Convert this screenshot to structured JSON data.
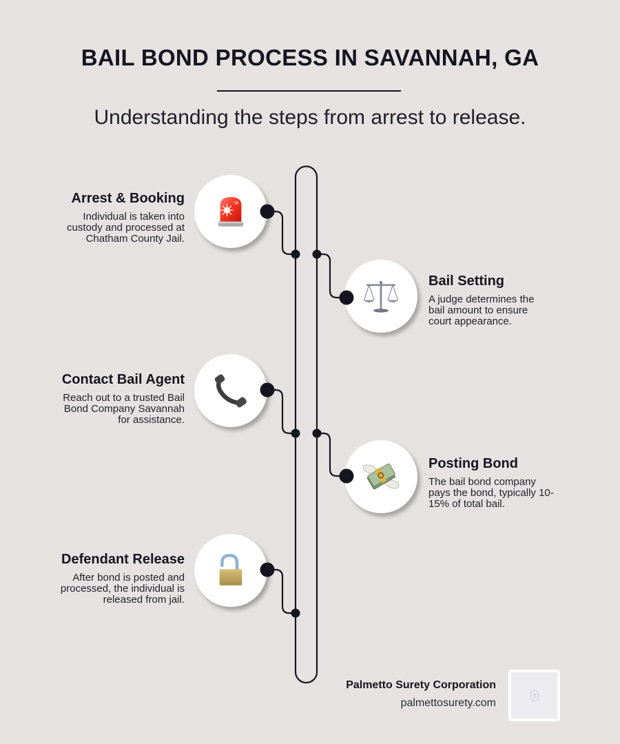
{
  "header": {
    "title": "BAIL BOND PROCESS IN SAVANNAH, GA",
    "subtitle": "Understanding the steps from arrest to release."
  },
  "steps": [
    {
      "title": "Arrest & Booking",
      "description": "Individual is taken into custody and processed at Chatham County Jail.",
      "description_lines": [
        "Individual is taken into",
        "custody and processed at",
        "Chatham County Jail."
      ],
      "icon": "police-siren-icon"
    },
    {
      "title": "Bail Setting",
      "description": "A judge determines the bail amount to ensure court appearance.",
      "description_lines": [
        "A judge determines the",
        "bail amount to ensure",
        "court appearance."
      ],
      "icon": "balance-scale-icon"
    },
    {
      "title": "Contact Bail Agent",
      "description": "Reach out to a trusted Bail Bond Company Savannah for assistance.",
      "description_lines": [
        "Reach out to a trusted Bail",
        "Bond Company Savannah",
        "for assistance."
      ],
      "icon": "telephone-handset-icon"
    },
    {
      "title": "Posting Bond",
      "description": "The bail bond company pays the bond, typically 10-15% of total bail.",
      "description_lines": [
        "The bail bond company",
        "pays the bond, typically 10-",
        "15% of total bail."
      ],
      "icon": "money-with-wings-icon"
    },
    {
      "title": "Defendant Release",
      "description": "After bond is posted and processed, the individual is released from jail.",
      "description_lines": [
        "After bond is posted and",
        "processed, the individual is",
        "released from jail."
      ],
      "icon": "open-padlock-icon"
    }
  ],
  "footer": {
    "company": "Palmetto Surety Corporation",
    "website": "palmettosurety.com",
    "logo": "company-logo-placeholder"
  },
  "colors": {
    "background": "#e6e2e1",
    "text": "#14151f",
    "line": "#14151f",
    "circle": "#ffffff"
  }
}
